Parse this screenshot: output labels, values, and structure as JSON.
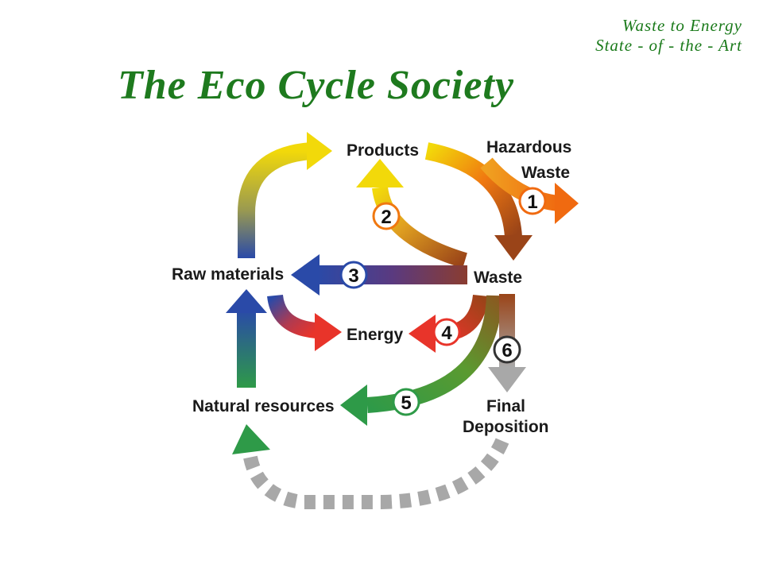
{
  "header": {
    "subtitle_line1": "Waste to Energy",
    "subtitle_line2": "State - of - the - Art",
    "title": "The Eco Cycle Society"
  },
  "diagram": {
    "nodes": {
      "products": "Products",
      "hazardous_line1": "Hazardous",
      "hazardous_line2": "Waste",
      "raw_materials": "Raw materials",
      "waste": "Waste",
      "energy": "Energy",
      "natural_resources": "Natural resources",
      "final_line1": "Final",
      "final_line2": "Deposition"
    },
    "steps": [
      "1",
      "2",
      "3",
      "4",
      "5",
      "6"
    ]
  },
  "colors": {
    "title_green": "#1e7a1e",
    "yellow": "#f2d90a",
    "orange": "#f07810",
    "red": "#e8342a",
    "blue": "#2a4aa8",
    "green": "#2e9a48",
    "brown": "#9a4418",
    "gray": "#a8a8a8"
  }
}
